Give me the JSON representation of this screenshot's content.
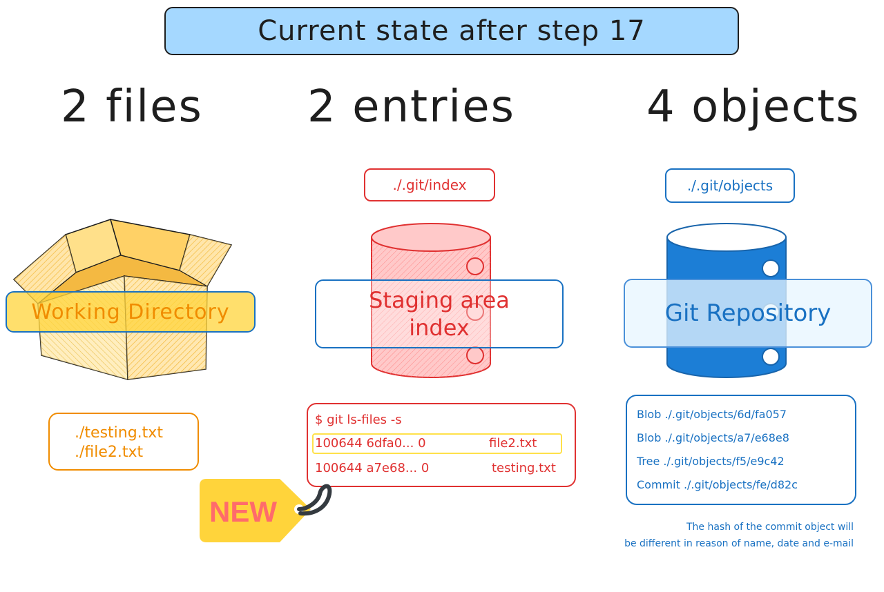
{
  "title": "Current state after step 17",
  "counts": {
    "files": "2 files",
    "entries": "2 entries",
    "objects": "4 objects"
  },
  "working_directory": {
    "label": "Working Directory",
    "files": [
      "./testing.txt",
      "./file2.txt"
    ],
    "color": "#f08c00",
    "icon": "box-icon"
  },
  "staging": {
    "path": "./.git/index",
    "label_line1": "Staging area",
    "label_line2": "index",
    "command": "$ git ls-files -s",
    "entries": [
      {
        "mode": "100644",
        "hash": "6dfa0...",
        "stage": "0",
        "name": "file2.txt",
        "highlight": true
      },
      {
        "mode": "100644",
        "hash": "a7e68...",
        "stage": "0",
        "name": "testing.txt",
        "highlight": false
      }
    ],
    "color": "#e03131",
    "icon": "database-icon"
  },
  "repository": {
    "path": "./.git/objects",
    "label": "Git Repository",
    "objects": [
      "Blob ./.git/objects/6d/fa057",
      "Blob ./.git/objects/a7/e68e8",
      "Tree ./.git/objects/f5/e9c42",
      "Commit ./.git/objects/fe/d82c"
    ],
    "note_line1": "The hash of the commit object will",
    "note_line2": "be different in reason of name, date and e-mail",
    "color": "#1971c2",
    "icon": "database-icon"
  },
  "new_tag": {
    "label": "NEW",
    "icon": "tag-icon"
  }
}
